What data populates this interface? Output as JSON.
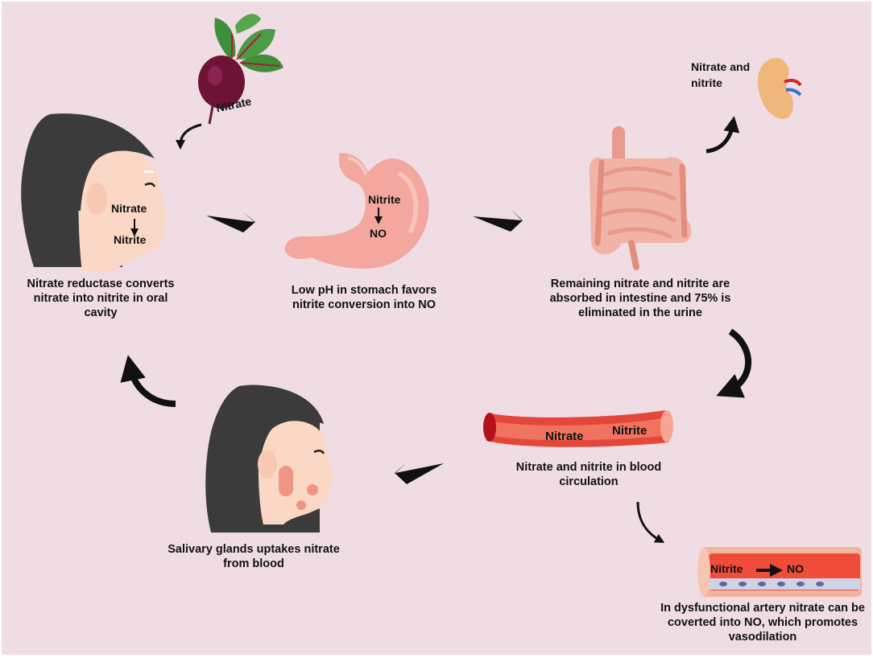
{
  "labels": {
    "beet": "Nitrate",
    "mouth_top": "Nitrate",
    "mouth_bottom": "Nitrite",
    "stomach_top": "Nitrite",
    "stomach_bottom": "NO",
    "kidney": "Nitrate and\nnitrite",
    "vessel_left": "Nitrate",
    "vessel_right": "Nitrite",
    "artery_left": "Nitrite",
    "artery_right": "NO"
  },
  "captions": {
    "oral": "Nitrate reductase converts\nnitrate into nitrite in oral\ncavity",
    "stomach": "Low pH in stomach favors\nnitrite conversion into NO",
    "intestine": "Remaining nitrate and nitrite are\nabsorbed in intestine and 75% is\neliminated in the urine",
    "blood": "Nitrate and nitrite in blood\ncirculation",
    "salivary": "Salivary glands uptakes nitrate\nfrom blood",
    "artery": "In dysfunctional artery nitrate can be\ncoverted into NO, which promotes\nvasodilation"
  },
  "colors": {
    "background": "#efdde3",
    "skin": "#fbd9c6",
    "hair": "#3a3a3a",
    "stomach": "#f3a7a0",
    "intestine": "#eeae9e",
    "vessel": "#e8503f",
    "arrow": "#111111"
  }
}
